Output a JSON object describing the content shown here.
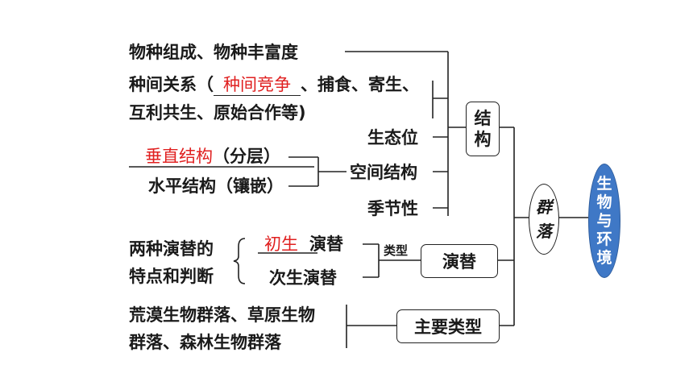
{
  "composition": "物种组成、物种丰富度",
  "relation": {
    "prefix": "种间关系（",
    "blank": "种间竞争",
    "suffix": "、捕食、寄生、",
    "line2": "互利共生、原始合作等)"
  },
  "niche": "生态位",
  "vertical": {
    "blank": "垂直结构",
    "suffix": "（分层）"
  },
  "horizontal": "水平结构（镶嵌）",
  "spatial": "空间结构",
  "seasonal": "季节性",
  "structure_box": [
    "结",
    "构"
  ],
  "succession_question": [
    "两种演替的",
    "特点和判断"
  ],
  "primary": {
    "blank": "初生",
    "suffix": "演替"
  },
  "secondary": "次生演替",
  "type_label": "类型",
  "succession_box": "演替",
  "main_types_text": [
    "荒漠生物群落、草原生物",
    "群落、森林生物群落"
  ],
  "main_types_box": "主要类型",
  "community": [
    "群",
    "落"
  ],
  "env": [
    "生",
    "物",
    "与",
    "环",
    "境"
  ]
}
